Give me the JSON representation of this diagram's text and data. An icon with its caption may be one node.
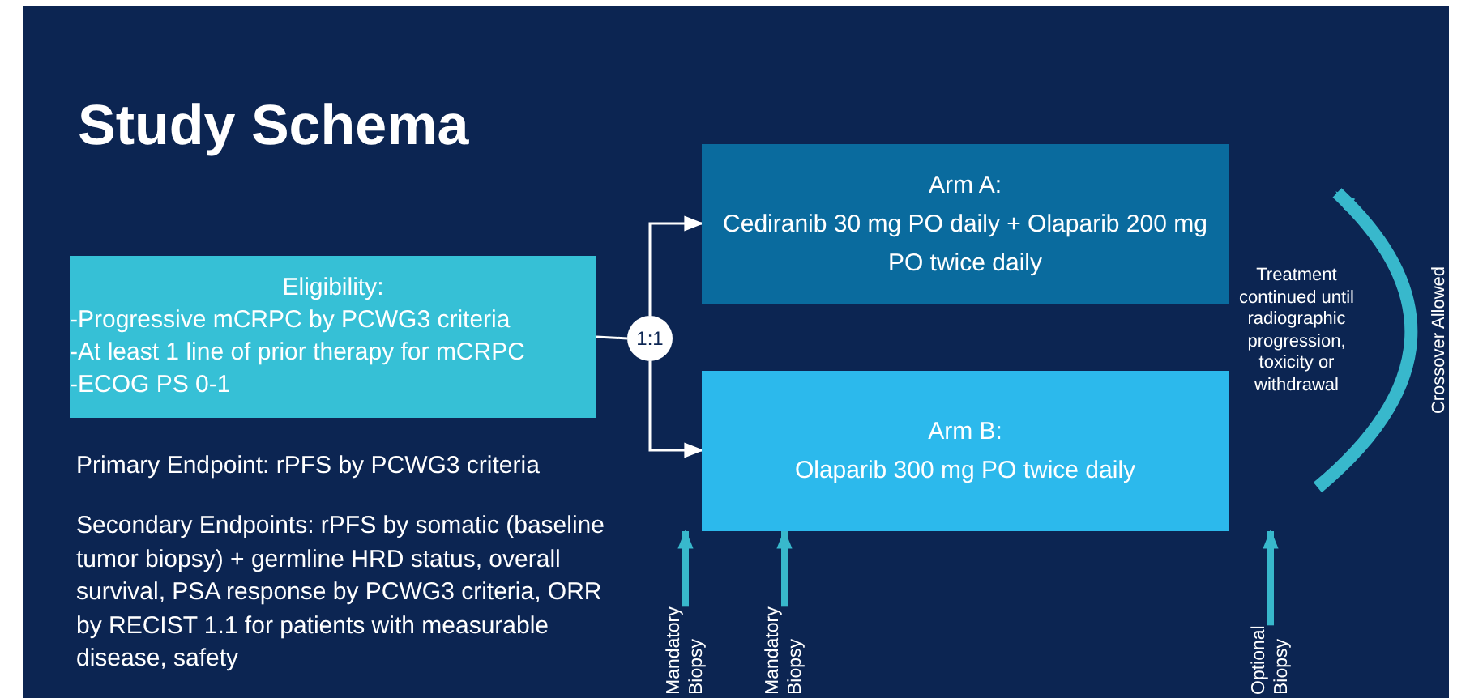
{
  "diagram": {
    "title": "Study Schema",
    "nodes": [
      {
        "text": [
          "Eligibility:",
          "-Progressive mCRPC by PCWG3 criteria",
          "-At least 1 line of prior therapy for mCRPC",
          "-ECOG PS 0-1"
        ]
      },
      {
        "text": [
          "1:1"
        ]
      },
      {
        "text": [
          "Arm A:",
          "Cediranib 30 mg PO daily + Olaparib 200 mg PO twice daily"
        ]
      },
      {
        "text": [
          "Arm B:",
          "Olaparib 300 mg PO twice daily"
        ]
      },
      {
        "text": [
          "Mandatory Biopsy"
        ]
      },
      {
        "text": [
          "Mandatory Biopsy"
        ]
      },
      {
        "text": [
          "Optional Biopsy"
        ]
      }
    ],
    "edges": [
      {
        "from": 0,
        "to": 1,
        "arrow": "none",
        "color": "#ffffff"
      },
      {
        "from": 1,
        "to": 2,
        "arrow": "to",
        "color": "#ffffff"
      },
      {
        "from": 1,
        "to": 3,
        "arrow": "to",
        "color": "#ffffff"
      },
      {
        "from": 3,
        "to": 2,
        "arrow": "to",
        "label": "Crossover Allowed",
        "style": "thick"
      },
      {
        "from": 4,
        "to": 3,
        "arrow": "to"
      },
      {
        "from": 5,
        "to": 3,
        "arrow": "to"
      },
      {
        "from": 6,
        "to": 3,
        "arrow": "to"
      }
    ],
    "labels": [
      "Treatment continued until radiographic progression, toxicity or withdrawal",
      "Primary Endpoint: rPFS by PCWG3 criteria",
      "Secondary Endpoints: rPFS by somatic (baseline tumor biopsy) + germline HRD status, overall survival, PSA response by PCWG3 criteria, ORR by RECIST 1.1 for patients with measurable disease, safety"
    ]
  }
}
